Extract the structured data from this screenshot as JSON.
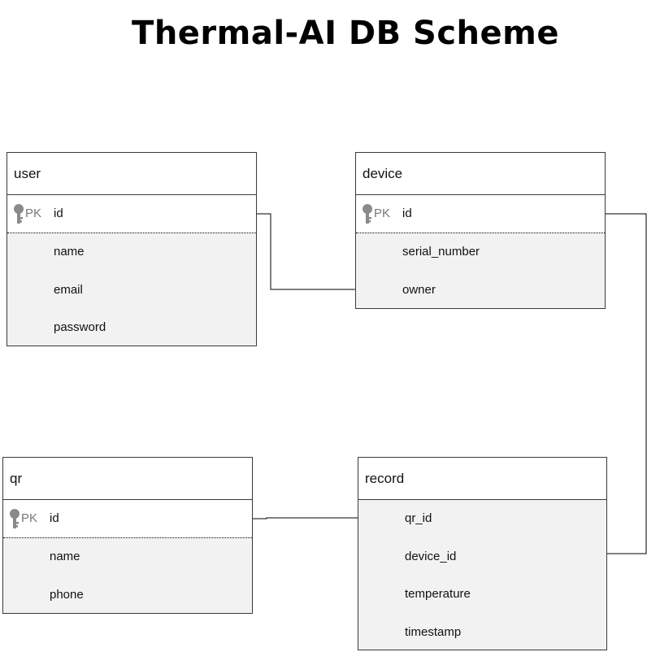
{
  "title": "Thermal-AI DB Scheme",
  "entities": {
    "user": {
      "name": "user",
      "pk_label": "PK",
      "pk_field": "id",
      "fields": [
        "name",
        "email",
        "password"
      ]
    },
    "device": {
      "name": "device",
      "pk_label": "PK",
      "pk_field": "id",
      "fields": [
        "serial_number",
        "owner"
      ]
    },
    "qr": {
      "name": "qr",
      "pk_label": "PK",
      "pk_field": "id",
      "fields": [
        "name",
        "phone"
      ]
    },
    "record": {
      "name": "record",
      "fields": [
        "qr_id",
        "device_id",
        "temperature",
        "timestamp"
      ]
    }
  },
  "relationships": [
    {
      "from": "user.id",
      "to": "device.owner"
    },
    {
      "from": "device.id",
      "to": "record.device_id"
    },
    {
      "from": "qr.id",
      "to": "record.qr_id"
    }
  ],
  "colors": {
    "border": "#3a3a3a",
    "body_fill": "#f2f2f2",
    "header_fill": "#ffffff",
    "key_icon": "#8a8a8a"
  }
}
